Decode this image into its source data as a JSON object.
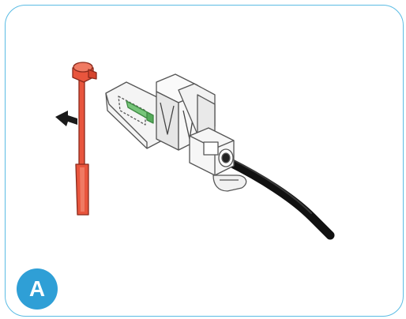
{
  "step": {
    "label": "A"
  },
  "colors": {
    "frame_border": "#5bbce4",
    "badge_fill": "#2f9fd6",
    "tool_fill": "#e8553d",
    "tool_outline": "#8a2a1c",
    "connector_fill": "#f1f1f1",
    "connector_outline": "#555555",
    "latch_highlight": "#77c57a",
    "cable": "#1e1e1e"
  },
  "icons": {
    "direction": "arrow-pull-left-icon",
    "tool": "release-tool",
    "connector": "fiber-connector"
  }
}
